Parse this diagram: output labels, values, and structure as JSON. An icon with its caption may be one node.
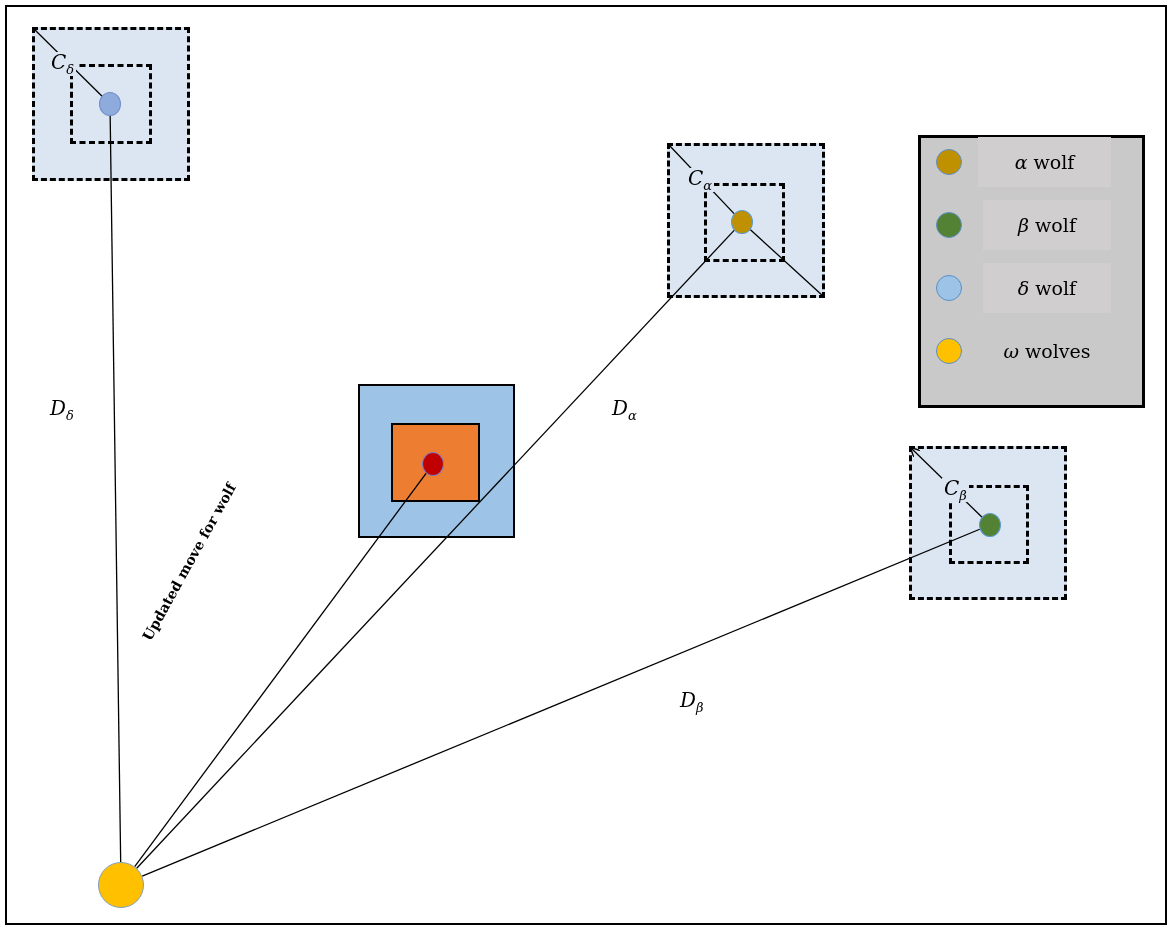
{
  "diagram": {
    "nodes": [
      {
        "text": [],
        "shape": "box"
      },
      {
        "text": [],
        "shape": "box",
        "in": 0
      },
      {
        "text": [],
        "shape": "circle",
        "in": 1
      },
      {
        "text": [],
        "shape": "box"
      },
      {
        "text": [],
        "shape": "box",
        "in": 3
      },
      {
        "text": [],
        "shape": "circle",
        "in": 4
      },
      {
        "text": [],
        "shape": "box"
      },
      {
        "text": [],
        "shape": "box",
        "in": 6
      },
      {
        "text": [],
        "shape": "circle",
        "in": 7
      },
      {
        "text": [],
        "shape": "box"
      },
      {
        "text": [],
        "shape": "box",
        "in": 9
      },
      {
        "text": [],
        "shape": "circle",
        "in": 10
      },
      {
        "text": [],
        "shape": "circle"
      }
    ],
    "edges": [
      {
        "from": 2,
        "to": 0,
        "arrow": "none",
        "label": "C$_{δ}$"
      },
      {
        "from": 5,
        "to": 3,
        "arrow": "none",
        "label": "C$_{α}$"
      },
      {
        "from": 11,
        "to": 9,
        "arrow": "to",
        "label": "C$_{β}$"
      },
      {
        "from": 12,
        "to": 2,
        "arrow": "none",
        "label": "D$_{δ}$"
      },
      {
        "from": 12,
        "to": 8,
        "arrow": "none",
        "label": "Updated move for wolf"
      },
      {
        "from": 12,
        "to": 5,
        "arrow": "none",
        "label": "D$_{α}$"
      },
      {
        "from": 12,
        "to": 11,
        "arrow": "none",
        "label": "D$_{β}$"
      }
    ],
    "legend": [
      {
        "text": "*α* wolf",
        "color": "#bf9000"
      },
      {
        "text": "*β* wolf",
        "color": "#548235"
      },
      {
        "text": "*δ* wolf",
        "color": "#9dc3e6"
      },
      {
        "text": "*ω* wolves",
        "color": "#ffc000"
      }
    ]
  }
}
